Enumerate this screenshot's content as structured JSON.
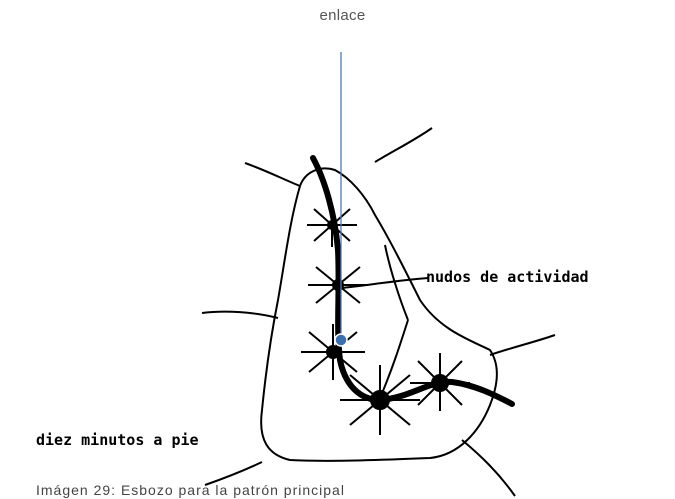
{
  "callout": {
    "label": "enlace",
    "color": "#4a7cb8"
  },
  "labels": {
    "nodes": "nudos de actividad",
    "walk": "diez minutos a pie",
    "caption": "Imágen 29: Esbozo para la patrón principal"
  },
  "colors": {
    "ink": "#000000",
    "callout_dot": "#3b6fb0"
  }
}
